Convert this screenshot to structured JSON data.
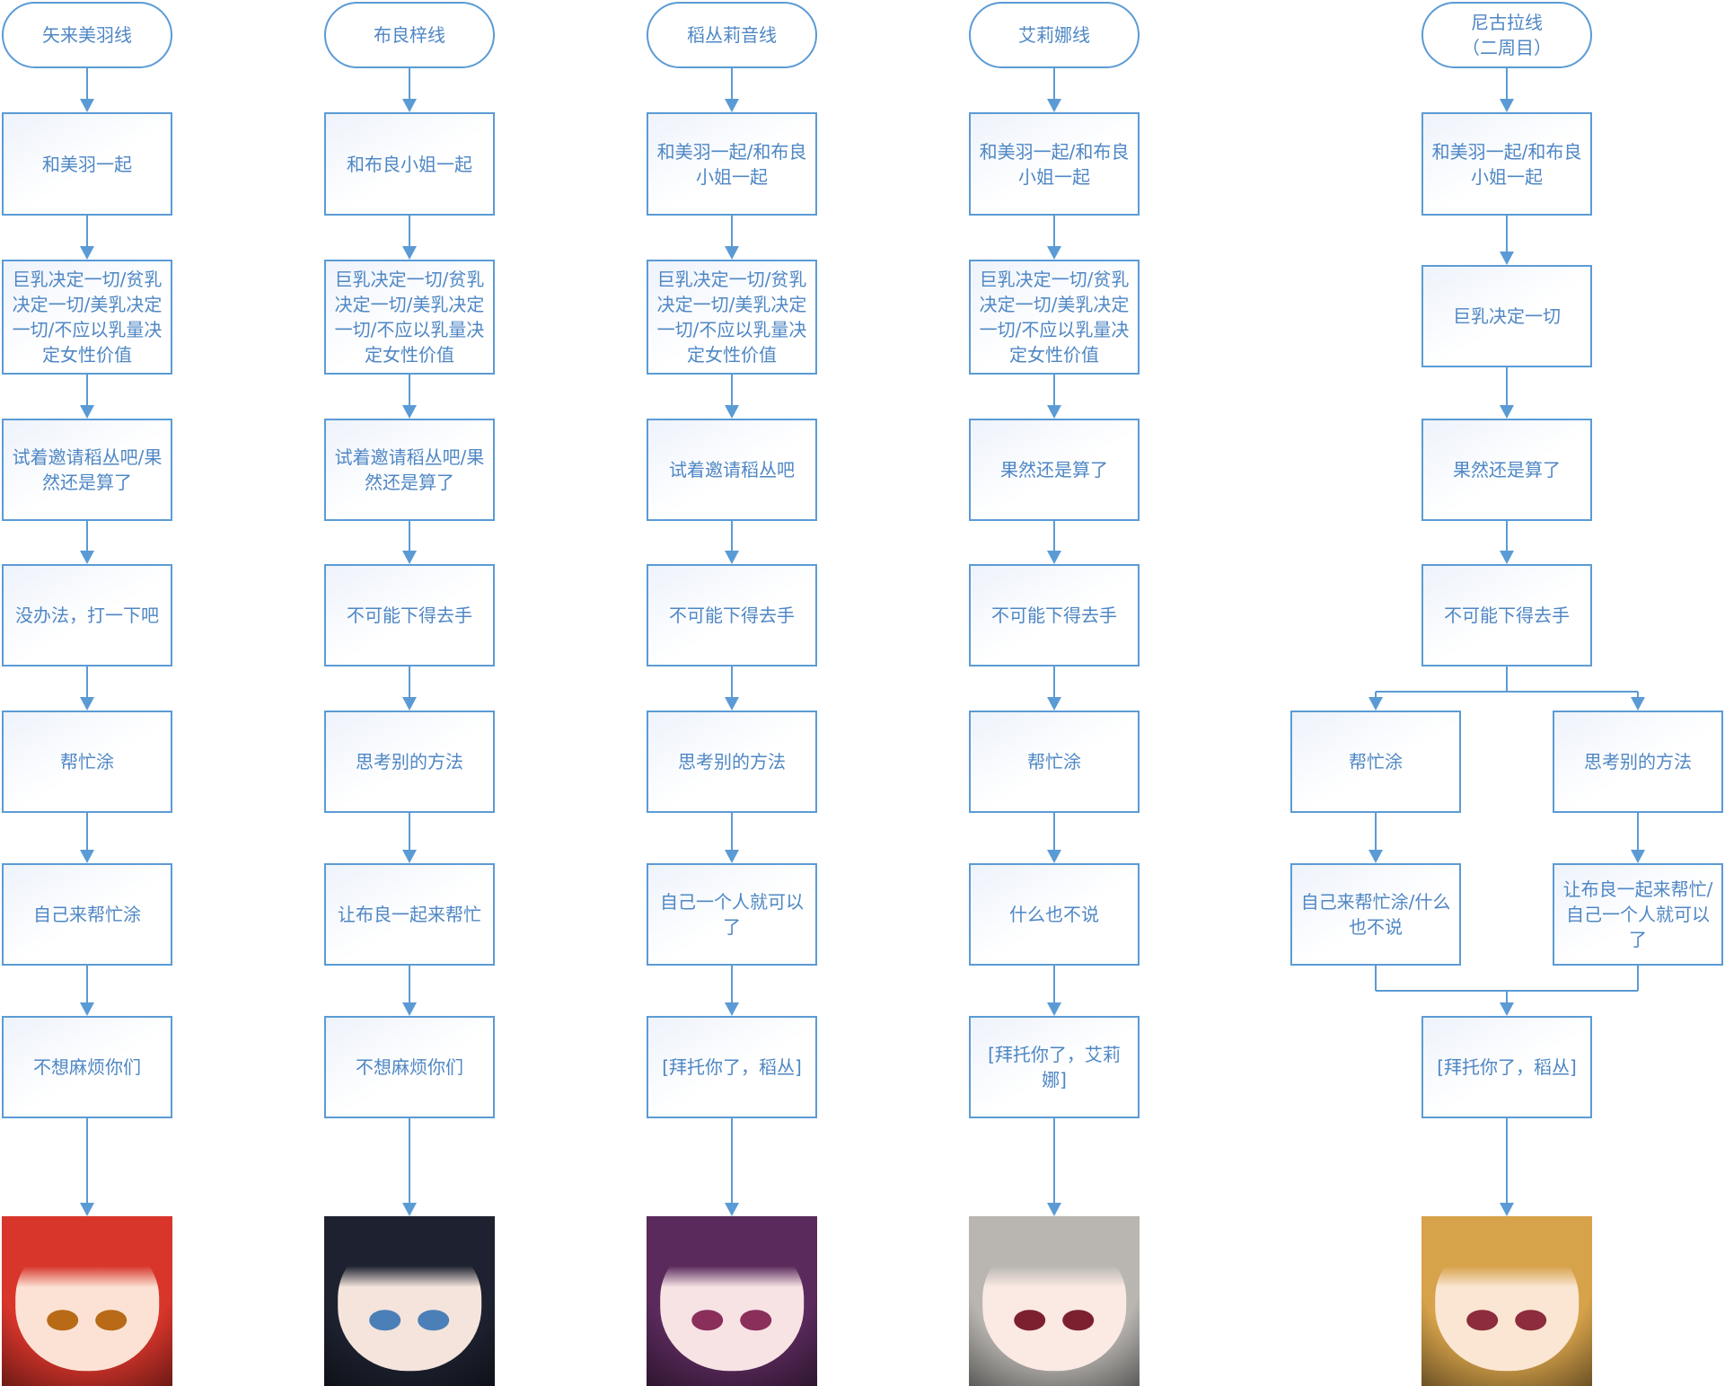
{
  "colors": {
    "line": "#5b9bd5",
    "text": "#4f87c4",
    "fill_top": "#eef3fb"
  },
  "columns": [
    {
      "id": "mihane",
      "title": "矢来美羽线",
      "steps": [
        "和美羽一起",
        "巨乳决定一切/贫乳决定一切/美乳决定一切/不应以乳量决定女性价值",
        "试着邀请稻丛吧/果然还是算了",
        "没办法，打一下吧",
        "帮忙涂",
        "自己来帮忙涂",
        "不想麻烦你们"
      ],
      "portrait": {
        "hair": "#d8352b",
        "skin": "#fbe2d4",
        "eyes": "#b86a16"
      }
    },
    {
      "id": "furano",
      "title": "布良梓线",
      "steps": [
        "和布良小姐一起",
        "巨乳决定一切/贫乳决定一切/美乳决定一切/不应以乳量决定女性价值",
        "试着邀请稻丛吧/果然还是算了",
        "不可能下得去手",
        "思考别的方法",
        "让布良一起来帮忙",
        "不想麻烦你们"
      ],
      "portrait": {
        "hair": "#1e2230",
        "skin": "#f4e4dc",
        "eyes": "#4b7fb8"
      }
    },
    {
      "id": "inamura",
      "title": "稻丛莉音线",
      "steps": [
        "和美羽一起/和布良小姐一起",
        "巨乳决定一切/贫乳决定一切/美乳决定一切/不应以乳量决定女性价值",
        "试着邀请稻丛吧",
        "不可能下得去手",
        "思考别的方法",
        "自己一个人就可以了",
        "[拜托你了，稻丛]"
      ],
      "portrait": {
        "hair": "#5a2a5c",
        "skin": "#f7e3e4",
        "eyes": "#8a2f5a"
      }
    },
    {
      "id": "erina",
      "title": "艾莉娜线",
      "steps": [
        "和美羽一起/和布良小姐一起",
        "巨乳决定一切/贫乳决定一切/美乳决定一切/不应以乳量决定女性价值",
        "果然还是算了",
        "不可能下得去手",
        "帮忙涂",
        "什么也不说",
        "[拜托你了，艾莉娜]"
      ],
      "portrait": {
        "hair": "#b9b6b2",
        "skin": "#fbe9e4",
        "eyes": "#7c2030"
      }
    }
  ],
  "nicola": {
    "title": "尼古拉线\n（二周目）",
    "steps": [
      "和美羽一起/和布良小姐一起",
      "巨乳决定一切",
      "果然还是算了",
      "不可能下得去手"
    ],
    "branch_left": [
      "帮忙涂",
      "自己来帮忙涂/什么也不说"
    ],
    "branch_right": [
      "思考别的方法",
      "让布良一起来帮忙/自己一个人就可以了"
    ],
    "final": "[拜托你了，稻丛]",
    "portrait": {
      "hair": "#d6a24a",
      "skin": "#fae6d2",
      "eyes": "#8c2c3c"
    }
  }
}
